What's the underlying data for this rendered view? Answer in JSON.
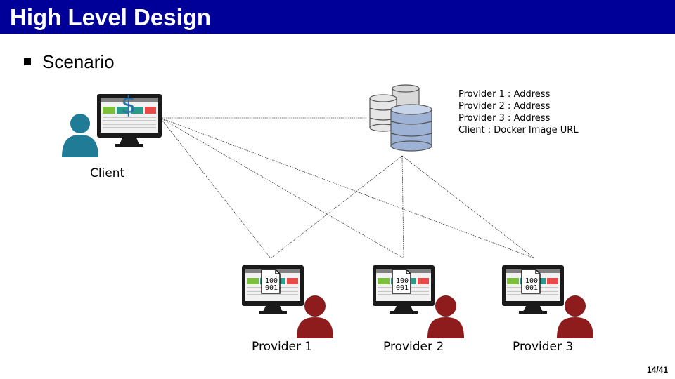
{
  "slide": {
    "title": "High Level Design",
    "bullet": "Scenario",
    "page_number": "14/41"
  },
  "client": {
    "label": "Client",
    "screen_symbol": "$"
  },
  "registry": {
    "entries": [
      "Provider 1 : Address",
      "Provider 2 : Address",
      "Provider 3 : Address",
      "Client : Docker Image URL"
    ]
  },
  "providers": [
    {
      "label": "Provider 1",
      "binary_top": "100",
      "binary_bottom": "001"
    },
    {
      "label": "Provider 2",
      "binary_top": "100",
      "binary_bottom": "001"
    },
    {
      "label": "Provider 3",
      "binary_top": "100",
      "binary_bottom": "001"
    }
  ],
  "colors": {
    "title_bar": "#000099",
    "client_person": "#1f7b96",
    "provider_person": "#8e1c1c",
    "database": "#9eb2d6",
    "monitor": "#1a1a1a"
  }
}
